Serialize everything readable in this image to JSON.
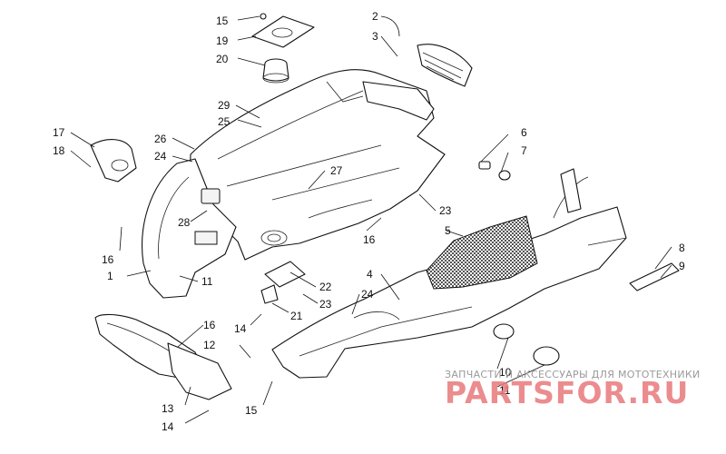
{
  "callouts": {
    "c15a": "15",
    "c19": "19",
    "c20": "20",
    "c2": "2",
    "c3": "3",
    "c29": "29",
    "c25": "25",
    "c26": "26",
    "c24a": "24",
    "c17": "17",
    "c18": "18",
    "c27": "27",
    "c28": "28",
    "c6": "6",
    "c7": "7",
    "c23a": "23",
    "c5": "5",
    "c16a": "16",
    "c1": "1",
    "c11a": "11",
    "c16b": "16",
    "c8": "8",
    "c9": "9",
    "c4": "4",
    "c22": "22",
    "c23b": "23",
    "c24b": "24",
    "c21": "21",
    "c14a": "14",
    "c16c": "16",
    "c12": "12",
    "c10": "10",
    "c11b": "11",
    "c13": "13",
    "c14b": "14",
    "c15b": "15"
  },
  "watermark": {
    "tagline": "ЗАПЧАСТИ И АКСЕССУАРЫ ДЛЯ МОТОТЕХНИКИ",
    "logo": "PARTSFOR.RU",
    "colors": {
      "logo": "#e8787a",
      "tagline": "#9a9a9a"
    }
  }
}
